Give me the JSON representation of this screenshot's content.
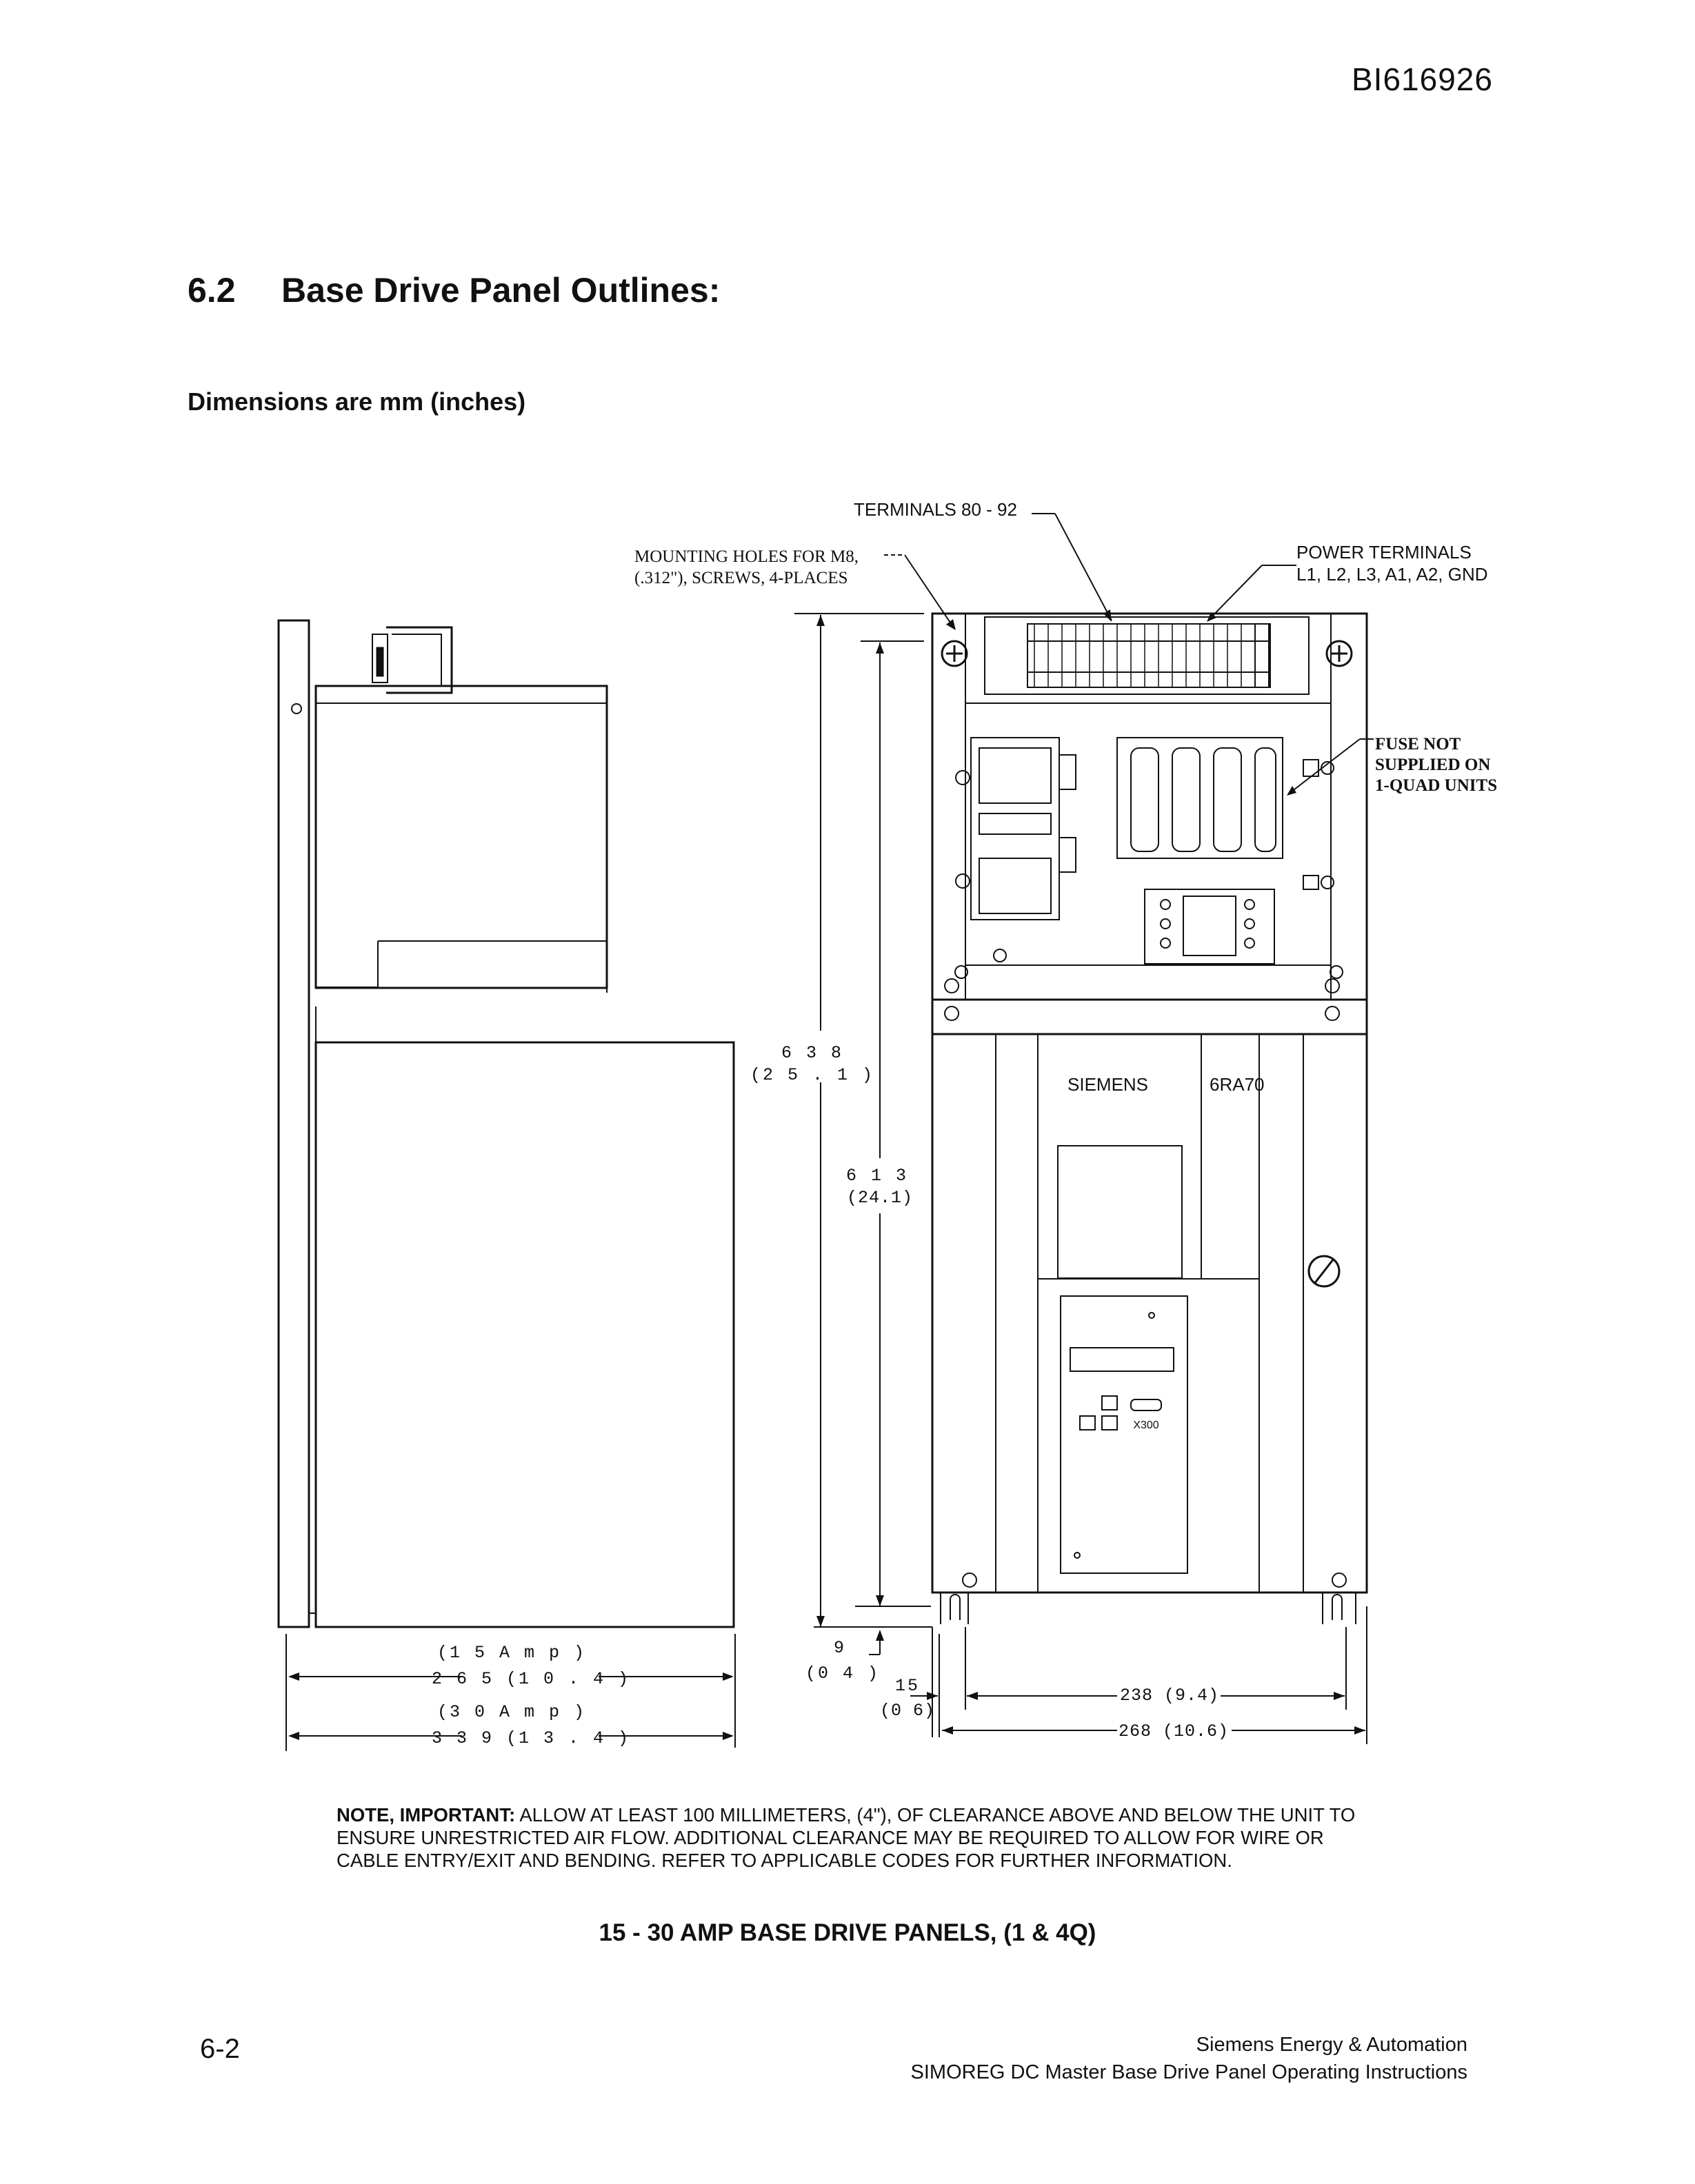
{
  "header": {
    "doc_id": "BI616926"
  },
  "section": {
    "number": "6.2",
    "title": "Base Drive Panel Outlines:",
    "subtitle": "Dimensions are mm (inches)"
  },
  "callouts": {
    "terminals": "TERMINALS 80 - 92",
    "mounting_line1": "MOUNTING HOLES FOR M8,",
    "mounting_line2": "(.312\"), SCREWS, 4-PLACES",
    "power_line1": "POWER TERMINALS",
    "power_line2": "L1, L2, L3, A1, A2, GND",
    "fuse_line1": "FUSE NOT",
    "fuse_line2": "SUPPLIED ON",
    "fuse_line3": "1-QUAD UNITS",
    "brand": "SIEMENS",
    "model": "6RA70",
    "keypad_label": "X300"
  },
  "dimensions": {
    "height_outer_mm": "6 3 8",
    "height_outer_in": "(2 5 . 1 )",
    "height_inner_mm": "6 1 3",
    "height_inner_in": "(24.1)",
    "offset_9_mm": "9",
    "offset_9_in": "(0 4 )",
    "offset_15_mm": "15",
    "offset_15_in": "(0 6)",
    "width_238": "238 (9.4)",
    "width_268": "268 (10.6)",
    "depth_15amp_label": "(1 5  A m p )",
    "depth_15amp_value": "2 6 5  (1 0 . 4 )",
    "depth_30amp_label": "(3 0  A m p )",
    "depth_30amp_value": "3 3 9  (1 3 . 4 )"
  },
  "note": {
    "prefix": "NOTE, IMPORTANT:",
    "text": "ALLOW AT LEAST 100 MILLIMETERS, (4\"), OF CLEARANCE ABOVE AND BELOW THE UNIT TO ENSURE UNRESTRICTED AIR FLOW. ADDITIONAL CLEARANCE MAY BE REQUIRED TO ALLOW FOR WIRE OR CABLE ENTRY/EXIT AND BENDING. REFER TO APPLICABLE CODES FOR FURTHER INFORMATION."
  },
  "caption": "15 - 30 AMP BASE DRIVE PANELS, (1 & 4Q)",
  "footer": {
    "page_number": "6-2",
    "company": "Siemens Energy & Automation",
    "manual": "SIMOREG DC Master Base Drive Panel   Operating Instructions"
  }
}
